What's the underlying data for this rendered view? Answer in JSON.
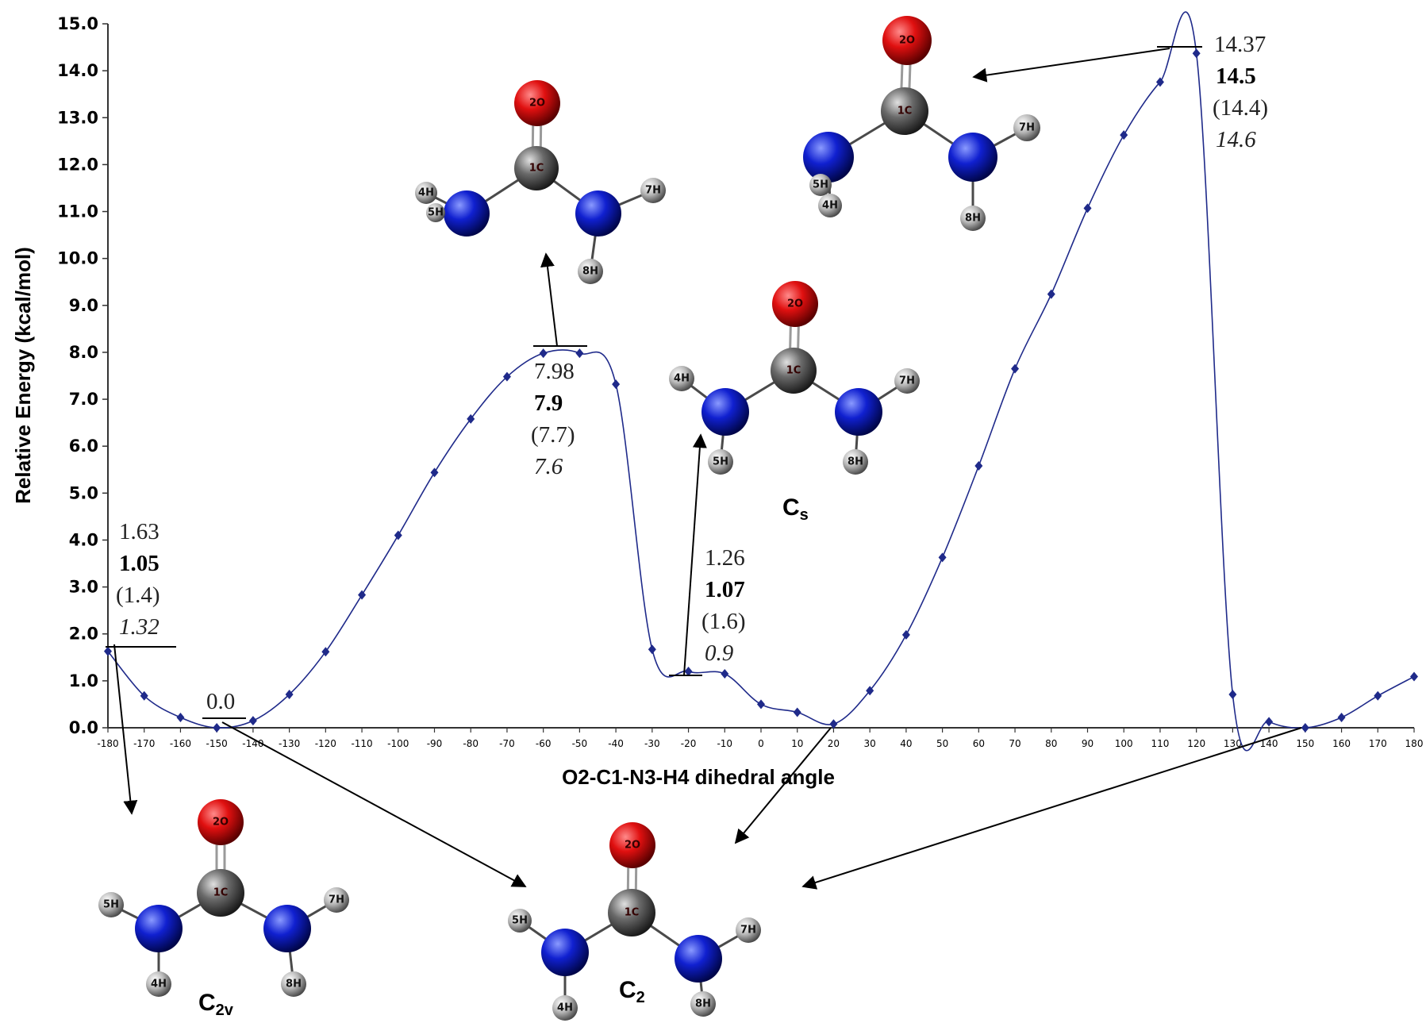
{
  "chart_data": {
    "type": "line",
    "xlabel": "O2-C1-N3-H4 dihedral angle",
    "ylabel": "Relative Energy (kcal/mol)",
    "xlim": [
      -180,
      180
    ],
    "ylim": [
      0,
      15
    ],
    "y_ticks": [
      "0.0",
      "1.0",
      "2.0",
      "3.0",
      "4.0",
      "5.0",
      "6.0",
      "7.0",
      "8.0",
      "9.0",
      "10.0",
      "11.0",
      "12.0",
      "13.0",
      "14.0",
      "15.0"
    ],
    "x_ticks": [
      "-180",
      "-170",
      "-160",
      "-150",
      "-140",
      "-130",
      "-120",
      "-110",
      "-100",
      "-90",
      "-80",
      "-70",
      "-60",
      "-50",
      "-40",
      "-30",
      "-20",
      "-10",
      "0",
      "10",
      "20",
      "30",
      "40",
      "50",
      "60",
      "70",
      "80",
      "90",
      "100",
      "110",
      "120",
      "130",
      "140",
      "150",
      "160",
      "170",
      "180"
    ],
    "grid": false,
    "series": [
      {
        "color": "#1f2a8a",
        "x": [
          -180,
          -170,
          -160,
          -150,
          -140,
          -130,
          -120,
          -110,
          -100,
          -90,
          -80,
          -70,
          -60,
          -50,
          -40,
          -30,
          -20,
          -10,
          0,
          10,
          20,
          30,
          40,
          50,
          60,
          70,
          80,
          90,
          100,
          110,
          120,
          130,
          140,
          150,
          160,
          170,
          180
        ],
        "y": [
          1.63,
          0.68,
          0.22,
          0.0,
          0.15,
          0.71,
          1.62,
          2.83,
          4.1,
          5.44,
          6.58,
          7.48,
          7.98,
          7.98,
          7.32,
          1.67,
          1.2,
          1.15,
          0.5,
          0.33,
          0.08,
          0.79,
          1.98,
          3.63,
          5.58,
          7.65,
          9.24,
          11.07,
          12.63,
          13.76,
          14.37,
          0.71,
          0.13,
          0.0,
          0.22,
          0.68,
          1.09
        ]
      }
    ],
    "annotations": [
      {
        "id": "c2v-point",
        "values": [
          "1.63",
          "1.05",
          "(1.4)",
          "1.32"
        ]
      },
      {
        "id": "c2-point",
        "values": [
          "0.0"
        ]
      },
      {
        "id": "ts1-point",
        "values": [
          "7.98",
          "7.9",
          "(7.7)",
          "7.6"
        ]
      },
      {
        "id": "cs-point",
        "values": [
          "1.26",
          "1.07",
          "(1.6)",
          "0.9"
        ]
      },
      {
        "id": "ts2-point",
        "values": [
          "14.37",
          "14.5",
          "(14.4)",
          "14.6"
        ]
      }
    ],
    "structure_labels": {
      "cs": "C",
      "cs_sub": "s",
      "c2v": "C",
      "c2v_sub": "2v",
      "c2": "C",
      "c2_sub": "2"
    },
    "atom_labels": {
      "o": "2O",
      "c": "1C",
      "h4": "4H",
      "h5": "5H",
      "h7": "7H",
      "h8": "8H"
    },
    "colors": {
      "oxygen": "#e01010",
      "nitrogen": "#1020d0",
      "carbon": "#6a6a6a",
      "hydrogen": "#b8b8b8",
      "curve": "#1f2a8a"
    }
  }
}
